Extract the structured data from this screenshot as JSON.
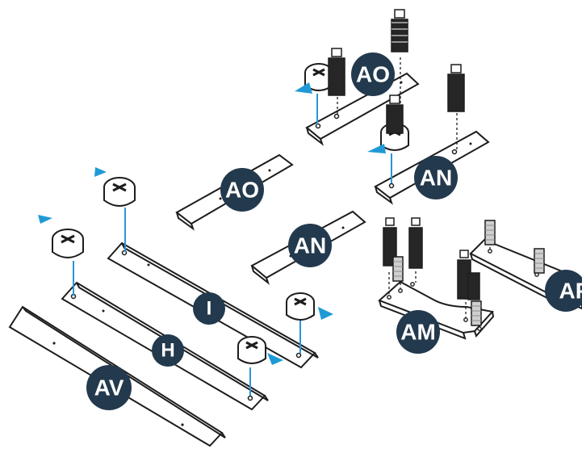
{
  "colors": {
    "label_bg": "#23394d",
    "label_text": "#ffffff",
    "guide_line": "#2996d5",
    "arrow": "#1f9ad6",
    "outline": "#1d1d1d",
    "board_fill": "#ffffff",
    "dowel_dark": "#262626",
    "dowel_wood": "#cfcfcf"
  },
  "part_labels": {
    "ao_top": "AO",
    "ao_middle": "AO",
    "an_top": "AN",
    "an_middle": "AN",
    "i": "I",
    "h": "H",
    "av": "AV",
    "am": "AM",
    "ap": "AP"
  },
  "icons": {
    "cam_lock": "cam-lock-icon",
    "cam_bolt": "cam-bolt-icon",
    "wood_dowel": "wood-dowel-icon",
    "direction_arrow": "direction-arrow-icon"
  }
}
